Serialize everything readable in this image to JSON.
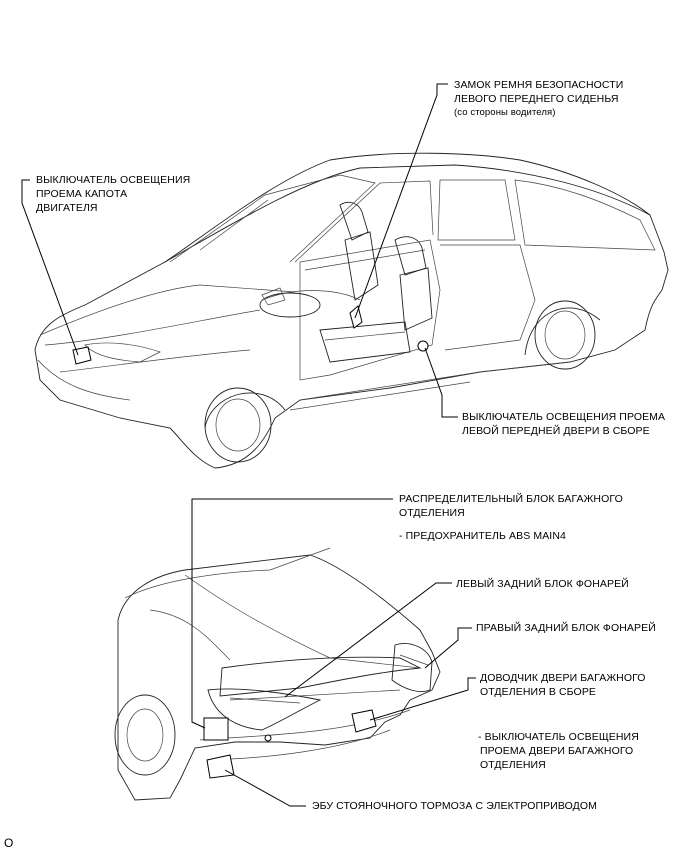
{
  "top_diagram": {
    "seat_belt_buckle": {
      "lines": [
        "ЗАМОК РЕМНЯ БЕЗОПАСНОСТИ",
        "ЛЕВОГО ПЕРЕДНЕГО СИДЕНЬЯ"
      ],
      "note": "(со стороны водителя)"
    },
    "hood_courtesy_switch": {
      "lines": [
        "ВЫКЛЮЧАТЕЛЬ ОСВЕЩЕНИЯ",
        "ПРОЕМА КАПОТА",
        "ДВИГАТЕЛЯ"
      ]
    },
    "front_door_courtesy_switch": {
      "lines": [
        "ВЫКЛЮЧАТЕЛЬ ОСВЕЩЕНИЯ ПРОЕМА",
        "ЛЕВОЙ ПЕРЕДНЕЙ ДВЕРИ В СБОРЕ"
      ]
    }
  },
  "bottom_diagram": {
    "luggage_junction_block": {
      "lines": [
        "РАСПРЕДЕЛИТЕЛЬНЫЙ БЛОК БАГАЖНОГО",
        "ОТДЕЛЕНИЯ"
      ],
      "sub": "- ПРЕДОХРАНИТЕЛЬ ABS MAIN4"
    },
    "left_rear_lamp": {
      "label": "ЛЕВЫЙ ЗАДНИЙ БЛОК ФОНАРЕЙ"
    },
    "right_rear_lamp": {
      "label": "ПРАВЫЙ ЗАДНИЙ БЛОК ФОНАРЕЙ"
    },
    "trunk_closer": {
      "lines": [
        "ДОВОДЧИК ДВЕРИ БАГАЖНОГО",
        "ОТДЕЛЕНИЯ В СБОРЕ"
      ],
      "sub_lines": [
        "- ВЫКЛЮЧАТЕЛЬ ОСВЕЩЕНИЯ",
        "ПРОЕМА ДВЕРИ БАГАЖНОГО",
        "ОТДЕЛЕНИЯ"
      ]
    },
    "parking_brake_ecu": {
      "label": "ЭБУ СТОЯНОЧНОГО ТОРМОЗА С ЭЛЕКТРОПРИВОДОМ"
    }
  },
  "footer": {
    "code": "O"
  }
}
